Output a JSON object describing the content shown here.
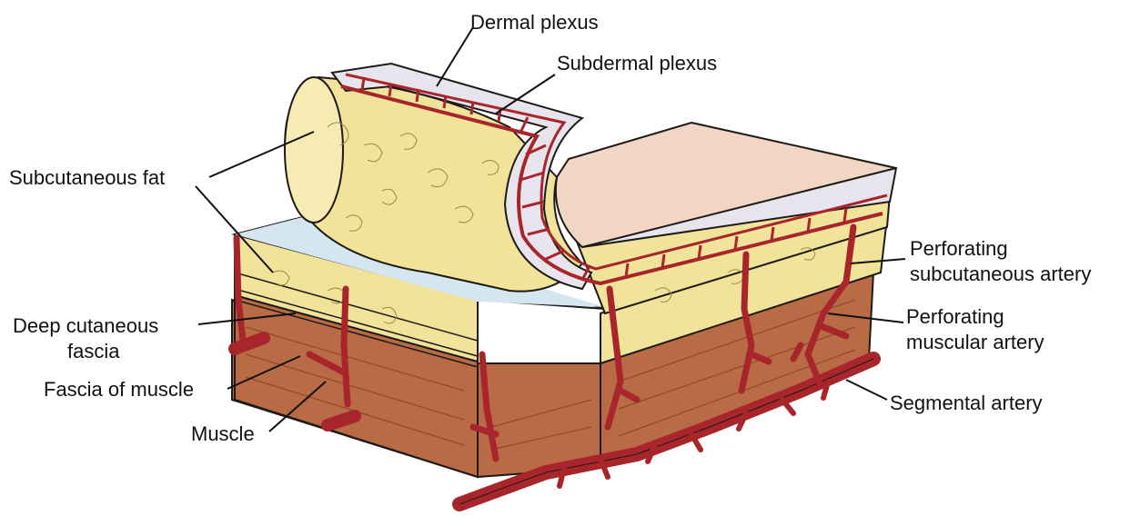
{
  "labels": {
    "dermal_plexus": "Dermal plexus",
    "subdermal_plexus": "Subdermal plexus",
    "subcutaneous_fat": "Subcutaneous fat",
    "deep_cutaneous_fascia_line1": "Deep cutaneous",
    "deep_cutaneous_fascia_line2": "fascia",
    "fascia_of_muscle": "Fascia of muscle",
    "muscle": "Muscle",
    "perforating_subcutaneous_artery_line1": "Perforating",
    "perforating_subcutaneous_artery_line2": "subcutaneous artery",
    "perforating_muscular_artery_line1": "Perforating",
    "perforating_muscular_artery_line2": "muscular artery",
    "segmental_artery": "Segmental artery"
  },
  "colors": {
    "fat": "#f1e39a",
    "fat_dark": "#e4cf6e",
    "fascia": "#d4e6ef",
    "skin": "#f1d6c6",
    "dermis": "#e8e4ee",
    "muscle": "#b86b45",
    "muscle_dark": "#8e4a2a",
    "artery": "#a8262b",
    "outline": "#1e1a16"
  }
}
